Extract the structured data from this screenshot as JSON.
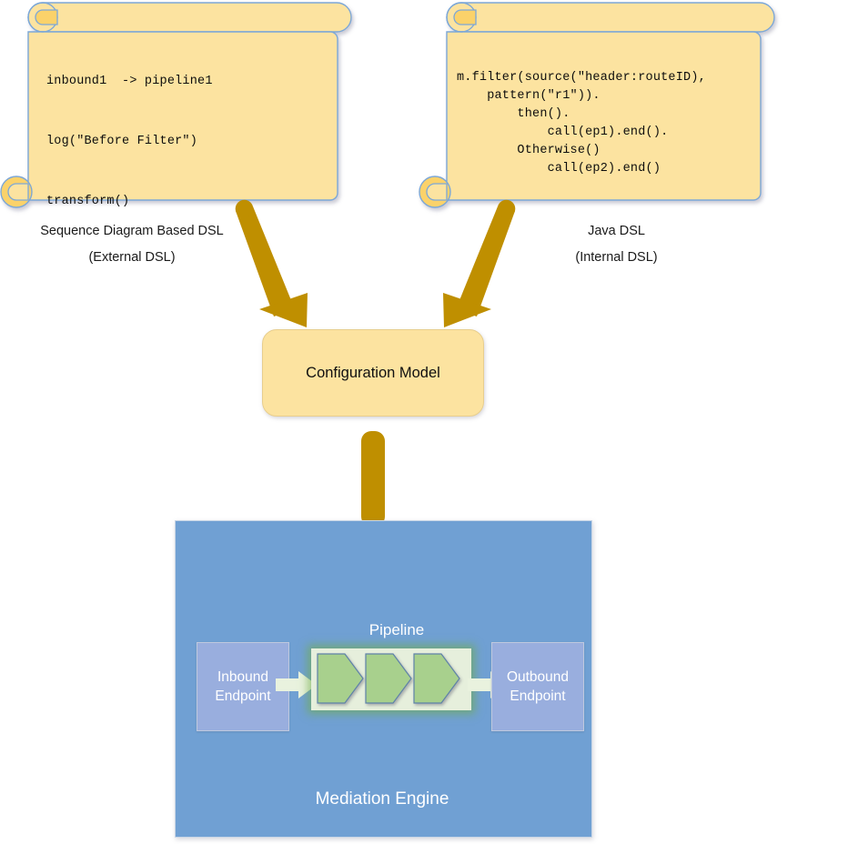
{
  "diagram": {
    "title": "Mediation Engine configuration flow",
    "colors": {
      "scroll_fill": "#FCE3A0",
      "scroll_stroke": "#7BA7D7",
      "scroll_curl_fill": "#FBD26B",
      "config_fill": "#FCE3A0",
      "config_stroke": "#E8CE8D",
      "gold_arrow": "#BF8F00",
      "engine_blue": "#70A0D3",
      "endpoint_blue": "#99AEDE",
      "pipeline_frame": "#E6EFDC",
      "pipeline_glow": "#70AD47",
      "chevron_green": "#A8D08D",
      "chevron_stroke": "#5E82A8",
      "white_arrow": "#E9F2DE",
      "text_dark": "#101010",
      "text_light": "#FFFFFF"
    }
  },
  "external_dsl": {
    "code": "inbound1  -> pipeline1\n\nlog(\"Before Filter\")\n\ntransform()",
    "code_lines": [
      "inbound1  -> pipeline1",
      "log(\"Before Filter\")",
      "transform()"
    ],
    "caption_line1": "Sequence Diagram Based DSL",
    "caption_line2": "(External DSL)"
  },
  "internal_dsl": {
    "code": "m.filter(source(\"header:routeID),\n    pattern(\"r1\")).\n        then().\n            call(ep1).end().\n        Otherwise()\n            call(ep2).end()",
    "code_lines": [
      "m.filter(source(\"header:routeID),",
      "    pattern(\"r1\")).",
      "        then().",
      "            call(ep1).end().",
      "        Otherwise()",
      "            call(ep2).end()"
    ],
    "caption_line1": "Java DSL",
    "caption_line2": "(Internal DSL)"
  },
  "config_model": {
    "label": "Configuration Model"
  },
  "mediation_engine": {
    "label": "Mediation Engine",
    "pipeline_label": "Pipeline",
    "inbound": {
      "line1": "Inbound",
      "line2": "Endpoint"
    },
    "outbound": {
      "line1": "Outbound",
      "line2": "Endpoint"
    },
    "mediator_count": 3
  },
  "arrows": {
    "left_to_config": "arrow-diagonal-down-right",
    "right_to_config": "arrow-diagonal-down-left",
    "config_to_engine": "arrow-down",
    "inbound_to_pipeline": "arrow-right",
    "pipeline_to_outbound": "arrow-right"
  }
}
